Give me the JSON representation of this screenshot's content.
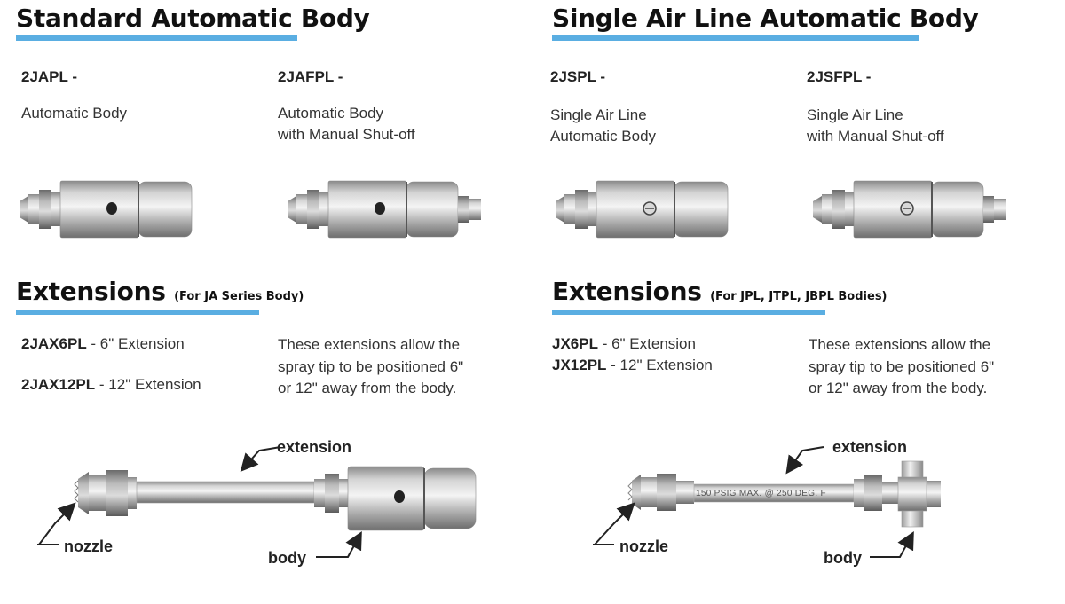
{
  "left": {
    "title": "Standard Automatic Body",
    "products": [
      {
        "code": "2JAPL -",
        "lines": [
          "Automatic Body"
        ]
      },
      {
        "code": "2JAFPL -",
        "lines": [
          "Automatic Body",
          "with Manual Shut-off"
        ]
      }
    ],
    "extensions": {
      "title": "Extensions",
      "subtitle": "(For JA Series Body)",
      "items": [
        {
          "code": "2JAX6PL",
          "text": " - 6\" Extension"
        },
        {
          "code": "2JAX12PL",
          "text": " - 12\" Extension"
        }
      ],
      "paragraph": [
        "These extensions allow the",
        "spray tip to be positioned 6\"",
        "or 12\" away from the body."
      ],
      "labels": {
        "extension": "extension",
        "nozzle": "nozzle",
        "body": "body"
      }
    }
  },
  "right": {
    "title": "Single Air Line Automatic Body",
    "products": [
      {
        "code": "2JSPL -",
        "lines": [
          "Single Air Line",
          "Automatic Body"
        ]
      },
      {
        "code": "2JSFPL -",
        "lines": [
          "Single Air Line",
          "with Manual Shut-off"
        ]
      }
    ],
    "extensions": {
      "title": "Extensions",
      "subtitle": "(For JPL, JTPL, JBPL Bodies)",
      "items": [
        {
          "code": "JX6PL",
          "text": " - 6\" Extension"
        },
        {
          "code": "JX12PL",
          "text": " - 12\" Extension"
        }
      ],
      "paragraph": [
        "These extensions allow the",
        "spray tip to be positioned 6\"",
        "or 12\" away from the body."
      ],
      "tube_print": "150 PSIG MAX. @ 250 DEG. F",
      "labels": {
        "extension": "extension",
        "nozzle": "nozzle",
        "body": "body"
      }
    }
  },
  "colors": {
    "accent": "#5aaee2",
    "metal_light": "#e4e4e4",
    "metal_dark": "#7a7a7a"
  }
}
